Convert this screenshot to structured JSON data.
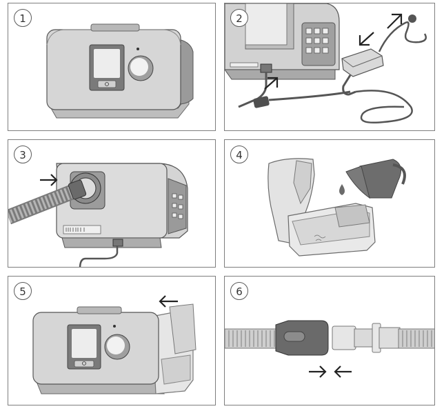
{
  "steps": [
    {
      "number": "1",
      "subject": "device"
    },
    {
      "number": "2",
      "subject": "power-connection"
    },
    {
      "number": "3",
      "subject": "air-tubing-connection"
    },
    {
      "number": "4",
      "subject": "fill-water-tub"
    },
    {
      "number": "5",
      "subject": "insert-water-tub"
    },
    {
      "number": "6",
      "subject": "connect-tubing-to-mask"
    }
  ],
  "colors": {
    "frame": "#7d7d7d",
    "device_body": "#cfcfcf",
    "device_dark": "#8c8c8c",
    "screen": "#e6e6e6",
    "cable": "#555555",
    "water": "#6b6b6b",
    "arrow": "#222222"
  },
  "icons": [
    "arrow-icon",
    "water-jug-icon",
    "water-drop-icon",
    "power-plug-icon"
  ]
}
